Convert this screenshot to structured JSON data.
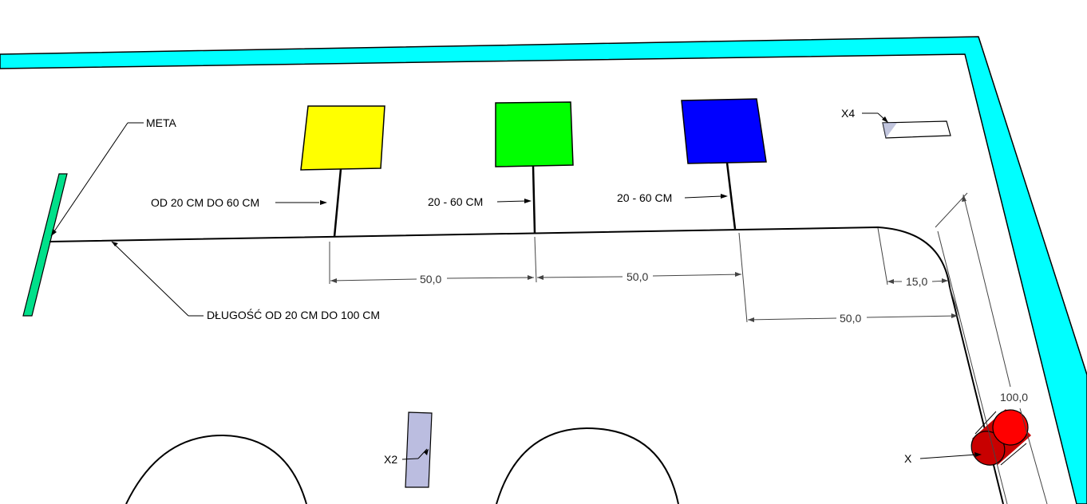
{
  "labels": {
    "meta": "META",
    "sign1_height": "OD 20 CM DO 60 CM",
    "sign2_height": "20 - 60 CM",
    "sign3_height": "20 - 60 CM",
    "line_length": "DŁUGOŚĆ OD 20 CM DO 100 CM",
    "x4": "X4",
    "x2": "X2",
    "x": "X"
  },
  "dimensions": {
    "spacing_1": "50,0",
    "spacing_2": "50,0",
    "spacing_3": "50,0",
    "curve_offset": "15,0",
    "diagonal": "100,0"
  },
  "colors": {
    "wall": "#00FFFF",
    "finish_bar": "#00E08A",
    "sign_yellow": "#FFFF00",
    "sign_green": "#00FF00",
    "sign_blue": "#0000FF",
    "cylinder_red": "#FF0000",
    "marker_x2": "#BBBDE0",
    "marker_x4": "#C8CBE6"
  }
}
